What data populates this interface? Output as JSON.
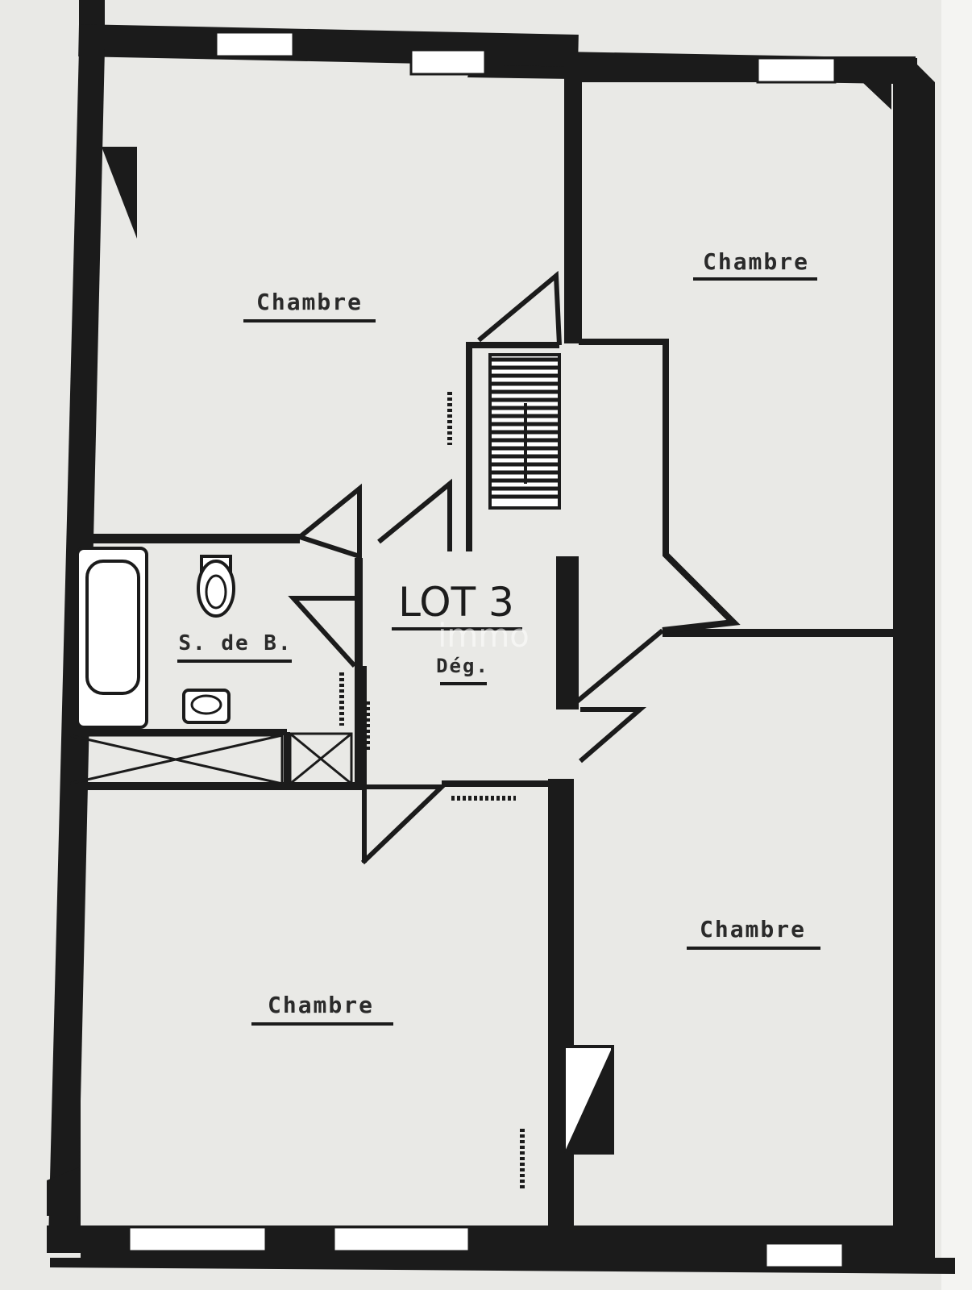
{
  "plan": {
    "lot_label": "LOT 3",
    "rooms": {
      "bedroom_top_left": "Chambre",
      "bedroom_top_right": "Chambre",
      "bedroom_bottom_left": "Chambre",
      "bedroom_bottom_right": "Chambre",
      "bathroom": "S. de B.",
      "landing": "Dég."
    },
    "watermark": "immo"
  },
  "colors": {
    "paper": "#e9e9e6",
    "wall": "#1b1b1b",
    "window": "#ffffff"
  }
}
